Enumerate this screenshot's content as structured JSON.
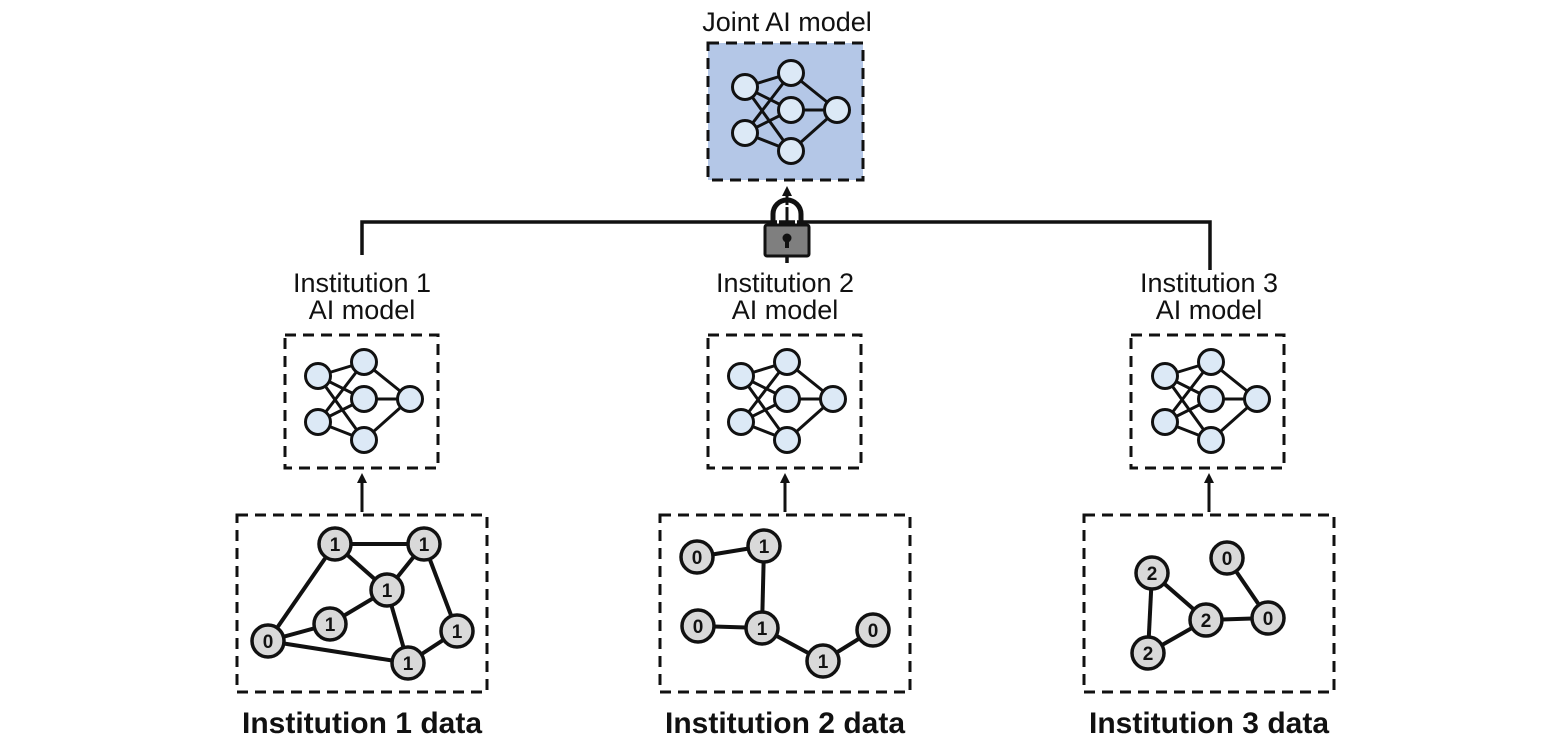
{
  "joint_model": {
    "label": "Joint AI model",
    "fill": "#b4c7e7"
  },
  "colors": {
    "neuron_fill": "#dce9f6",
    "graph_node_fill": "#d9d9d9",
    "lock_fill": "#7f7f7f",
    "stroke": "#111111"
  },
  "institutions": [
    {
      "model_label_line1": "Institution 1",
      "model_label_line2": "AI model",
      "data_caption": "Institution 1 data",
      "graph": {
        "nodes": [
          "1",
          "1",
          "1",
          "0",
          "1",
          "1",
          "1"
        ],
        "edges": [
          [
            0,
            1
          ],
          [
            0,
            3
          ],
          [
            0,
            2
          ],
          [
            1,
            2
          ],
          [
            1,
            5
          ],
          [
            2,
            4
          ],
          [
            3,
            4
          ],
          [
            3,
            6
          ],
          [
            2,
            6
          ],
          [
            5,
            6
          ]
        ]
      }
    },
    {
      "model_label_line1": "Institution 2",
      "model_label_line2": "AI model",
      "data_caption": "Institution 2 data",
      "graph": {
        "nodes": [
          "0",
          "1",
          "0",
          "1",
          "0",
          "1"
        ],
        "edges": [
          [
            0,
            1
          ],
          [
            1,
            3
          ],
          [
            2,
            3
          ],
          [
            3,
            5
          ],
          [
            5,
            4
          ]
        ]
      }
    },
    {
      "model_label_line1": "Institution 3",
      "model_label_line2": "AI model",
      "data_caption": "Institution 3 data",
      "graph": {
        "nodes": [
          "2",
          "0",
          "2",
          "0",
          "2"
        ],
        "edges": [
          [
            0,
            2
          ],
          [
            0,
            4
          ],
          [
            4,
            2
          ],
          [
            2,
            3
          ],
          [
            1,
            3
          ]
        ]
      }
    }
  ]
}
